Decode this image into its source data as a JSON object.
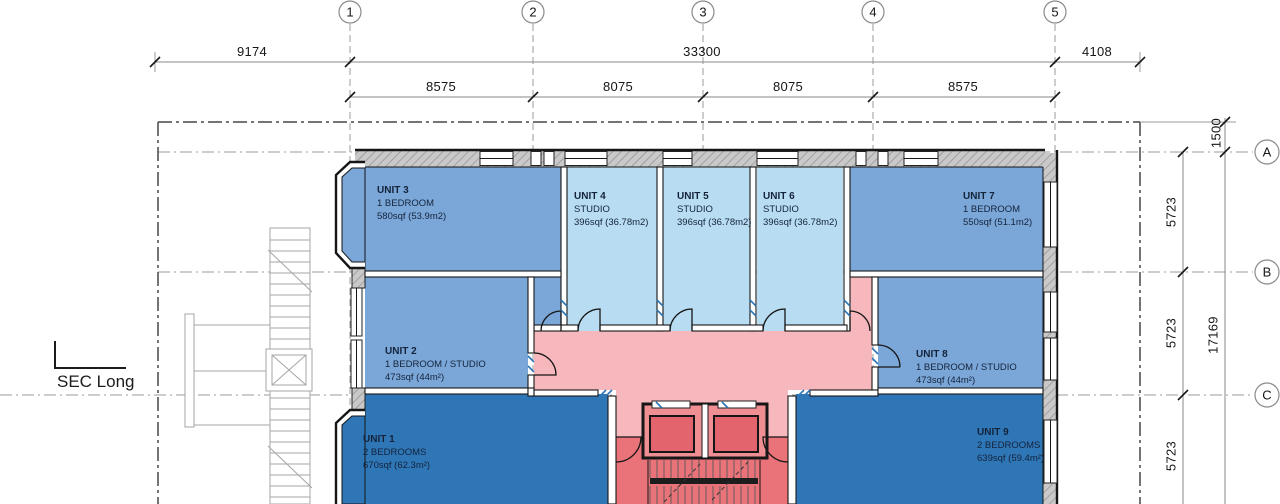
{
  "palette": {
    "unit1bed": "#7BA7D8",
    "unit2bed": "#2F76B7",
    "studio": "#B8DDF2",
    "corridor": "#F6B8BD",
    "core": "#E97379",
    "shaft": "#EF8F93",
    "car": "#E3646C"
  },
  "section_marker": {
    "label": "SEC Long"
  },
  "grid": {
    "columns": [
      {
        "label": "1"
      },
      {
        "label": "2"
      },
      {
        "label": "3"
      },
      {
        "label": "4"
      },
      {
        "label": "5"
      }
    ],
    "rows": [
      {
        "label": "A"
      },
      {
        "label": "B"
      },
      {
        "label": "C"
      }
    ]
  },
  "dimensions": {
    "row1": [
      "9174",
      "33300",
      "4108"
    ],
    "row2": [
      "8575",
      "8075",
      "8075",
      "8575"
    ],
    "right_inner": [
      "5723",
      "5723",
      "5723"
    ],
    "right_outer": [
      "1500",
      "17169"
    ]
  },
  "units": [
    {
      "name": "UNIT 1",
      "type": "2 BEDROOMS",
      "area": "670sqf (62.3m²)"
    },
    {
      "name": "UNIT 2",
      "type": "1 BEDROOM / STUDIO",
      "area": "473sqf (44m²)"
    },
    {
      "name": "UNIT 3",
      "type": "1 BEDROOM",
      "area": "580sqf (53.9m2)"
    },
    {
      "name": "UNIT 4",
      "type": "STUDIO",
      "area": "396sqf (36.78m2)"
    },
    {
      "name": "UNIT 5",
      "type": "STUDIO",
      "area": "396sqf (36.78m2)"
    },
    {
      "name": "UNIT 6",
      "type": "STUDIO",
      "area": "396sqf (36.78m2)"
    },
    {
      "name": "UNIT 7",
      "type": "1 BEDROOM",
      "area": "550sqf (51.1m2)"
    },
    {
      "name": "UNIT 8",
      "type": "1 BEDROOM / STUDIO",
      "area": "473sqf (44m²)"
    },
    {
      "name": "UNIT 9",
      "type": "2 BEDROOMS",
      "area": "639sqf (59.4m²)"
    }
  ]
}
